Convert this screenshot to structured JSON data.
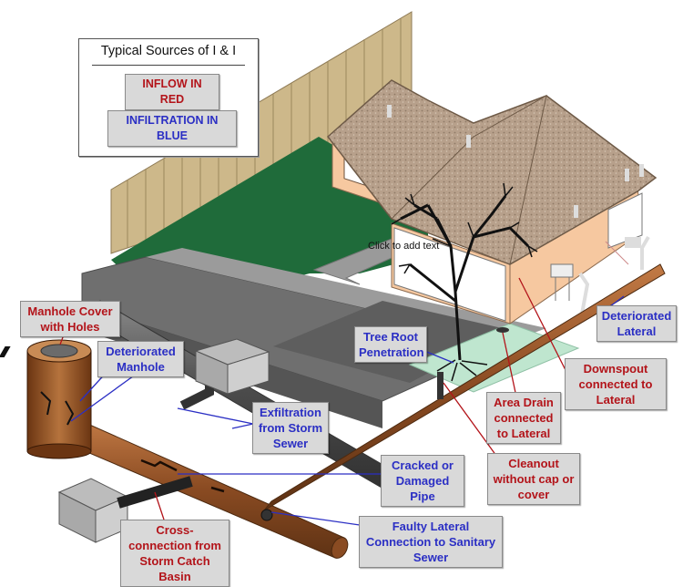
{
  "legend": {
    "title": "Typical Sources of I & I",
    "inflow": "INFLOW IN RED",
    "infiltration": "INFILTRATION IN BLUE"
  },
  "placeholder_text": "Click to add text",
  "labels": {
    "manhole_cover": "Manhole Cover with Holes",
    "deteriorated_manhole": "Deteriorated Manhole",
    "exfiltration": "Exfiltration from Storm Sewer",
    "tree_root": "Tree Root Penetration",
    "deteriorated_lateral": "Deteriorated Lateral",
    "downspout": "Downspout connected to Lateral",
    "area_drain": "Area Drain connected to Lateral",
    "cleanout": "Cleanout without cap or cover",
    "cracked_pipe": "Cracked or Damaged Pipe",
    "cross_connection": "Cross-connection from Storm Catch Basin",
    "faulty_lateral": "Faulty Lateral Connection to Sanitary Sewer"
  },
  "colors": {
    "inflow": "#b3141a",
    "infiltration": "#2b2fc4",
    "label_bg": "#d9d9d9",
    "lawn": "#1f6b3a",
    "wall": "#f6c8a0",
    "roof": "#b09880",
    "fence": "#c8b486",
    "sanitary_pipe": "#8a4b22",
    "storm_pipe": "#5a5a5a"
  }
}
